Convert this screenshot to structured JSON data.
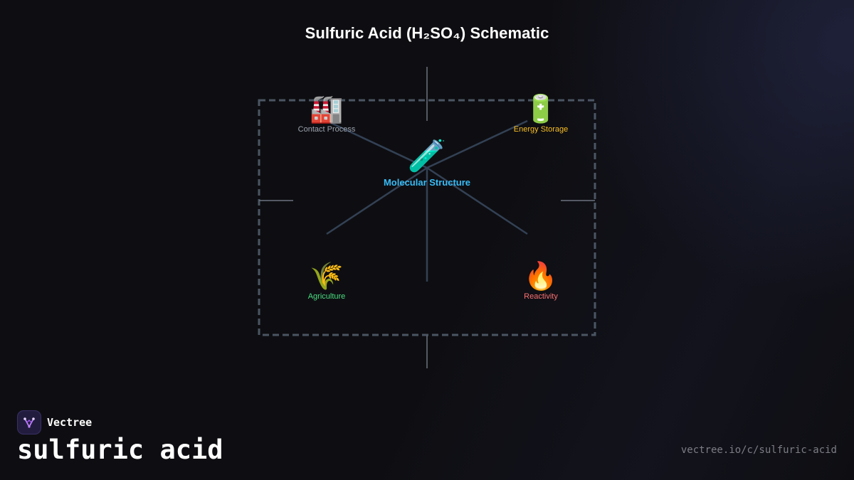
{
  "title": "Sulfuric Acid (H₂SO₄) Schematic",
  "center": {
    "icon": "🧪",
    "icon_name": "test-tube-icon",
    "label": "Molecular Structure",
    "color": "#38bdf8"
  },
  "nodes": {
    "contact_process": {
      "icon": "🏭",
      "icon_name": "factory-icon",
      "label": "Contact Process",
      "color": "#9ca3af"
    },
    "energy_storage": {
      "icon": "🔋",
      "icon_name": "battery-icon",
      "label": "Energy Storage",
      "color": "#fbbf24"
    },
    "agriculture": {
      "icon": "🌾",
      "icon_name": "sheaf-of-rice-icon",
      "label": "Agriculture",
      "color": "#4ade80"
    },
    "reactivity": {
      "icon": "🔥",
      "icon_name": "fire-icon",
      "label": "Reactivity",
      "color": "#f87171"
    }
  },
  "colors": {
    "background": "#0e0e12",
    "frame": "#4b5563",
    "connector": "#334155",
    "tick": "#6b7280"
  },
  "brand": {
    "name": "Vectree",
    "logo_icon": "vectree-logo-icon"
  },
  "footer": {
    "topic": "sulfuric acid",
    "url": "vectree.io/c/sulfuric-acid"
  }
}
